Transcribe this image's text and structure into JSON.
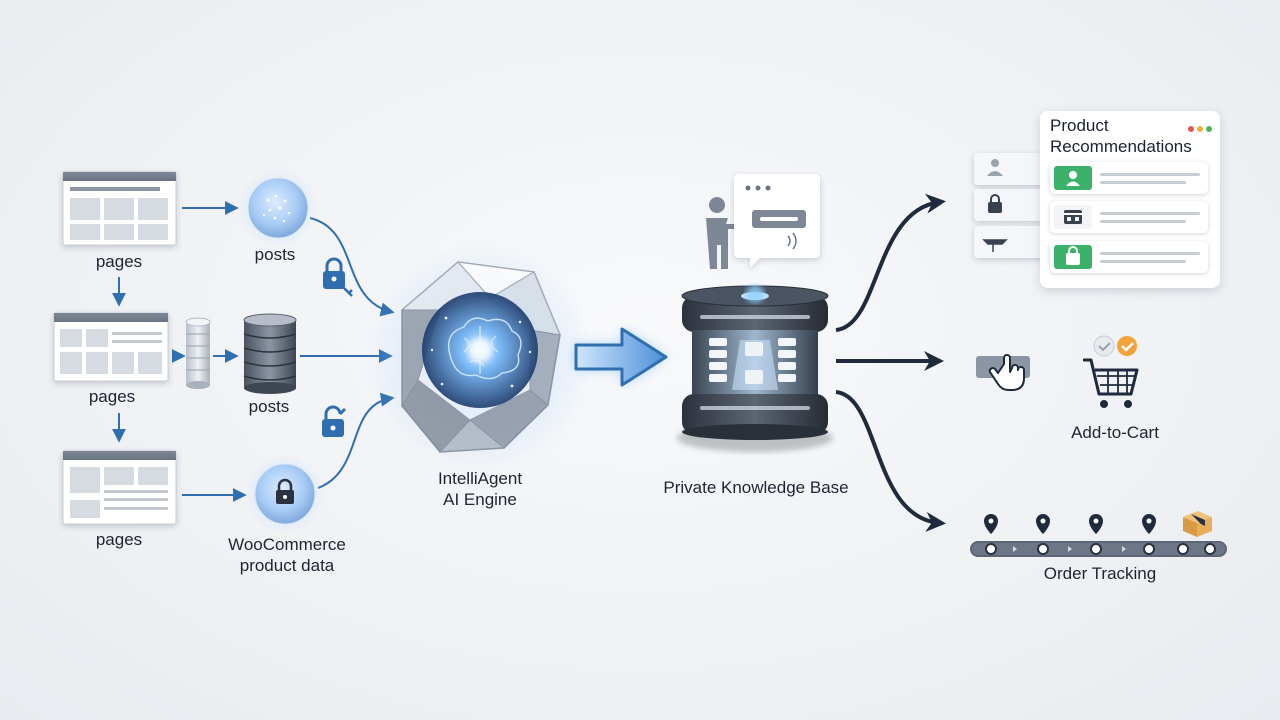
{
  "sources": {
    "pages_1": "pages",
    "posts_1": "posts",
    "pages_2": "pages",
    "posts_2": "posts",
    "pages_3": "pages",
    "woocommerce": "WooCommerce product data"
  },
  "engine": {
    "label_line1": "IntelliAgent",
    "label_line2": "AI Engine"
  },
  "knowledge_base": {
    "label": "Private Knowledge Base"
  },
  "outputs": {
    "recommendations": {
      "title": "Product Recommendations"
    },
    "add_to_cart": {
      "label": "Add-to-Cart"
    },
    "order_tracking": {
      "label": "Order Tracking"
    }
  },
  "colors": {
    "arrow_blue": "#2f6fb0",
    "arrow_dark": "#1f2a3c",
    "green": "#3bb16a",
    "orange": "#f2a43a",
    "glow": "#5aa8f0"
  },
  "icons": [
    "webpage-icon",
    "globe-icon",
    "lock-icon",
    "database-icon",
    "brain-icon",
    "user-icon",
    "chat-icon",
    "server-icon",
    "cart-icon",
    "cursor-icon",
    "map-pin-icon",
    "package-icon",
    "check-icon"
  ]
}
